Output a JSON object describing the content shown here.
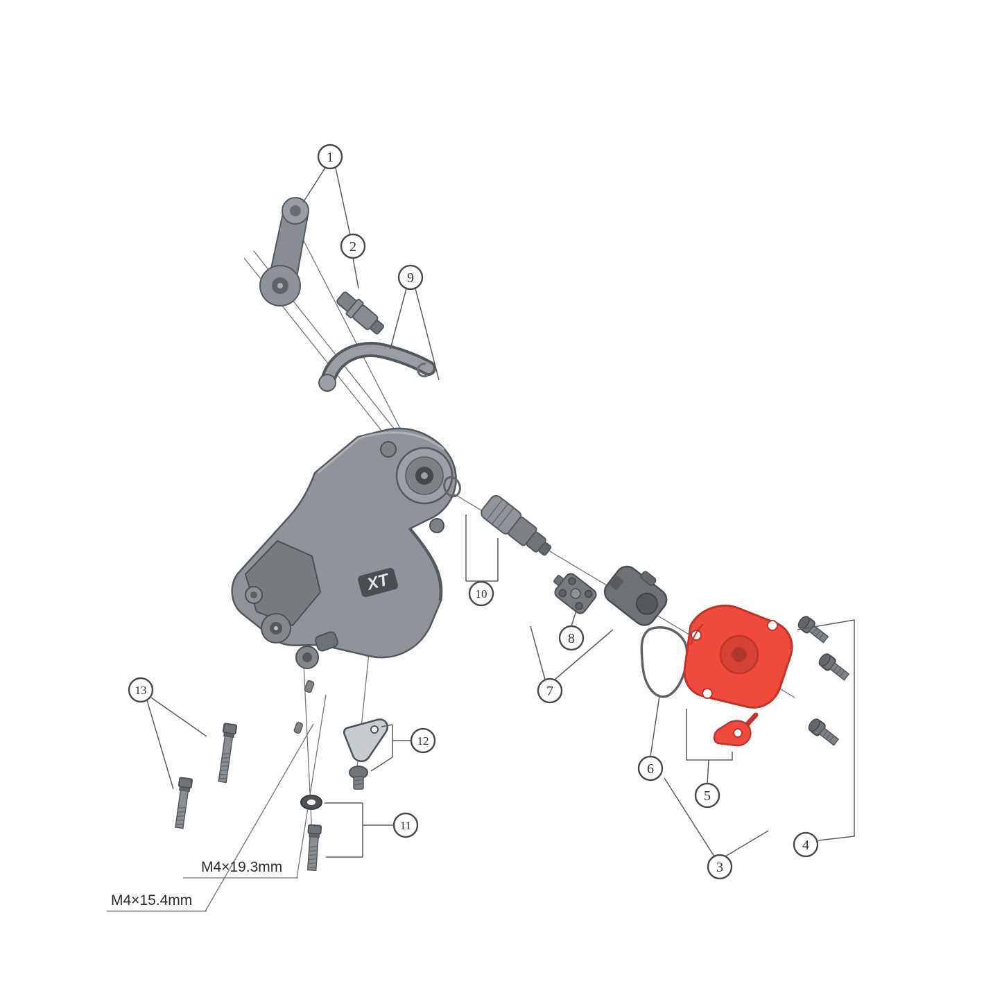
{
  "diagram": {
    "type": "exploded-parts-diagram",
    "logo": "XT",
    "colors": {
      "highlight": "#ee4b3e",
      "highlight_dark": "#bf3328"
    },
    "callouts": [
      {
        "num": "1"
      },
      {
        "num": "2"
      },
      {
        "num": "3"
      },
      {
        "num": "4"
      },
      {
        "num": "5",
        "highlighted": true
      },
      {
        "num": "6"
      },
      {
        "num": "7"
      },
      {
        "num": "8"
      },
      {
        "num": "9"
      },
      {
        "num": "10"
      },
      {
        "num": "11"
      },
      {
        "num": "12"
      },
      {
        "num": "13"
      }
    ],
    "dimensions": {
      "bolt_long": "M4×19.3mm",
      "bolt_short": "M4×15.4mm"
    }
  }
}
